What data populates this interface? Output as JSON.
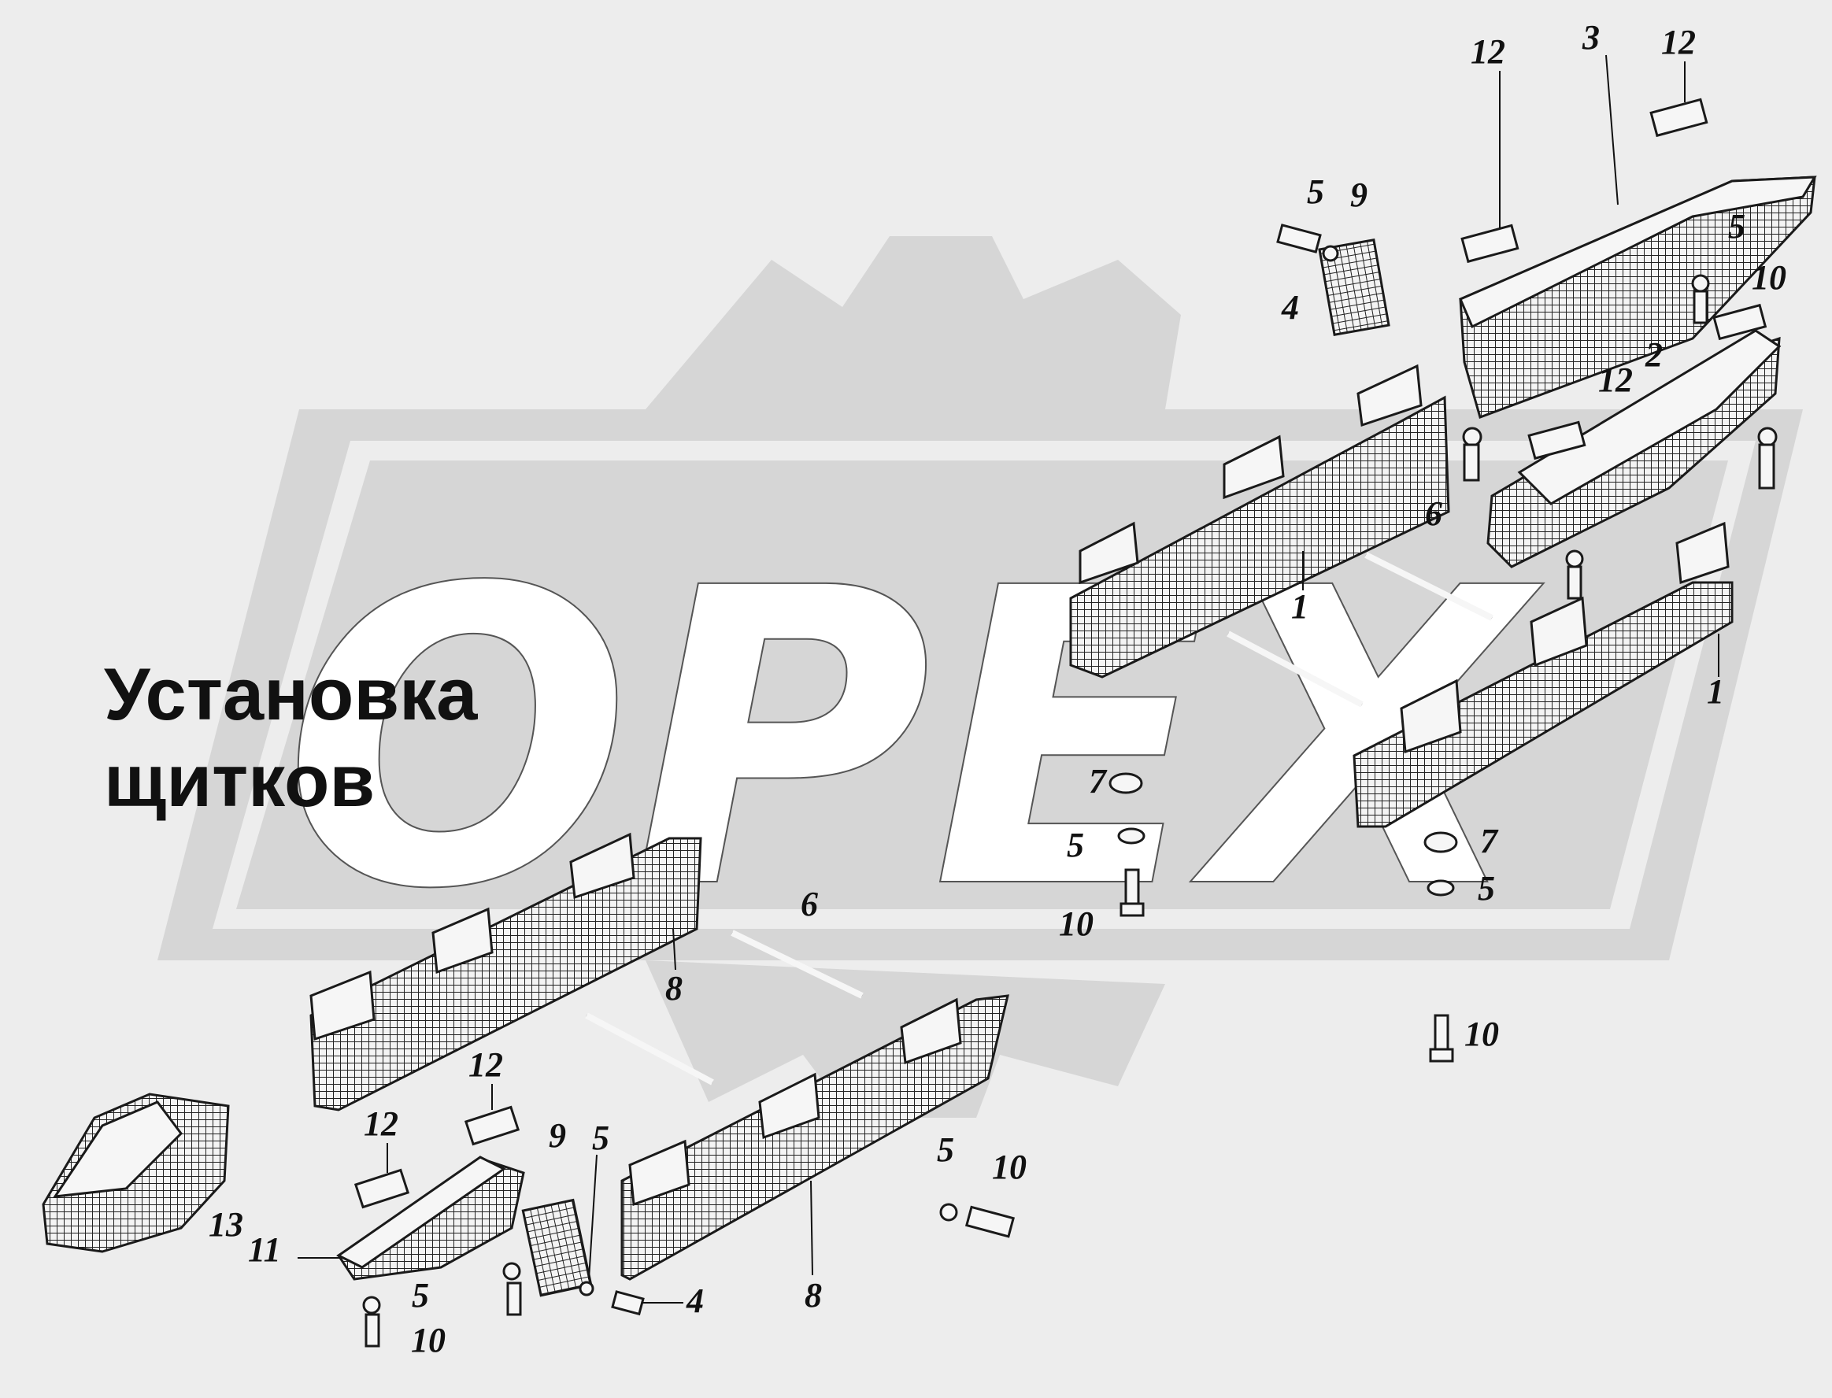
{
  "title": {
    "line1": "Установка",
    "line2": "щитков"
  },
  "watermark": {
    "text": "OPEX",
    "color": "#d6d6d6"
  },
  "callouts": [
    "12",
    "3",
    "12",
    "5",
    "9",
    "4",
    "5",
    "10",
    "2",
    "12",
    "6",
    "1",
    "1",
    "7",
    "5",
    "7",
    "5",
    "10",
    "10",
    "6",
    "8",
    "12",
    "12",
    "9",
    "5",
    "5",
    "10",
    "13",
    "11",
    "5",
    "10",
    "4",
    "8"
  ],
  "colors": {
    "background": "#ededed",
    "ink": "#111111"
  }
}
